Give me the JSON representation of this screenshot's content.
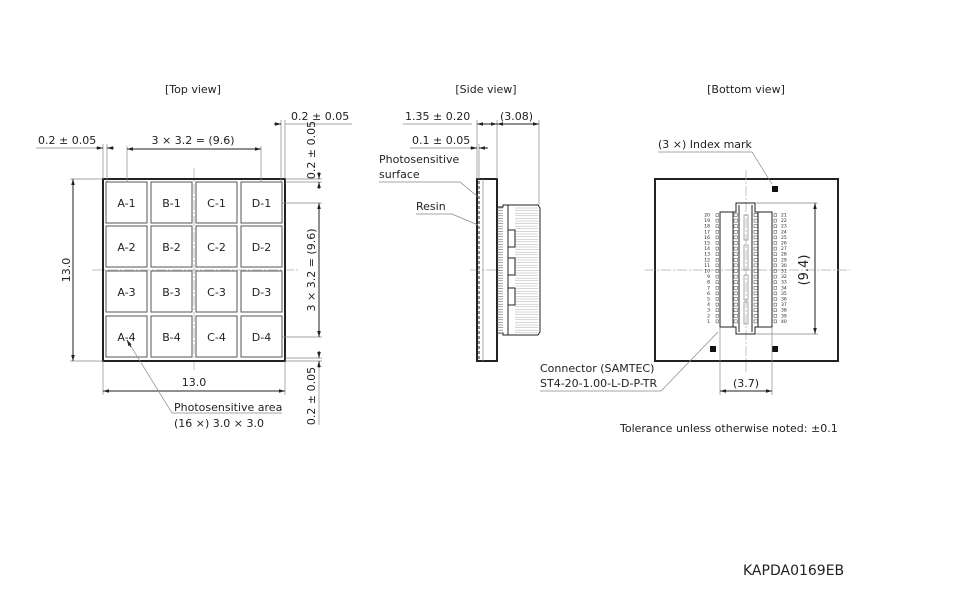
{
  "titles": {
    "top": "[Top view]",
    "side": "[Side view]",
    "bottom": "[Bottom view]"
  },
  "top_view": {
    "cells": [
      [
        "A-1",
        "B-1",
        "C-1",
        "D-1"
      ],
      [
        "A-2",
        "B-2",
        "C-2",
        "D-2"
      ],
      [
        "A-3",
        "B-3",
        "C-3",
        "D-3"
      ],
      [
        "A-4",
        "B-4",
        "C-4",
        "D-4"
      ]
    ],
    "dim_left_gap": "0.2 ± 0.05",
    "dim_pitch_h": "3 × 3.2 = (9.6)",
    "dim_right_gap": "0.2 ± 0.05",
    "dim_top_gap_v": "0.2 ± 0.05",
    "dim_pitch_v": "3 × 3.2 = (9.6)",
    "dim_bottom_gap_v": "0.2 ± 0.05",
    "dim_height": "13.0",
    "dim_width": "13.0",
    "area_label_1": "Photosensitive area",
    "area_label_2": "(16 ×) 3.0 × 3.0"
  },
  "side_view": {
    "dim_thickness": "1.35 ± 0.20",
    "dim_connector": "(3.08)",
    "dim_surface": "0.1 ± 0.05",
    "surface_label_1": "Photosensitive",
    "surface_label_2": "surface",
    "resin_label": "Resin"
  },
  "bottom_view": {
    "index_mark_label": "(3 ×) Index mark",
    "dim_connector_length": "(9.4)",
    "dim_connector_width": "(3.7)",
    "connector_label_1": "Connector (SAMTEC)",
    "connector_label_2": "ST4-20-1.00-L-D-P-TR",
    "pins_left": [
      "20",
      "19",
      "18",
      "17",
      "16",
      "15",
      "14",
      "13",
      "12",
      "11",
      "10",
      "9",
      "8",
      "7",
      "6",
      "5",
      "4",
      "3",
      "2",
      "1"
    ],
    "pins_right": [
      "21",
      "22",
      "23",
      "24",
      "25",
      "26",
      "27",
      "28",
      "29",
      "30",
      "31",
      "32",
      "33",
      "34",
      "35",
      "36",
      "37",
      "38",
      "39",
      "40"
    ]
  },
  "tolerance_note": "Tolerance unless otherwise noted: ±0.1",
  "drawing_code": "KAPDA0169EB"
}
